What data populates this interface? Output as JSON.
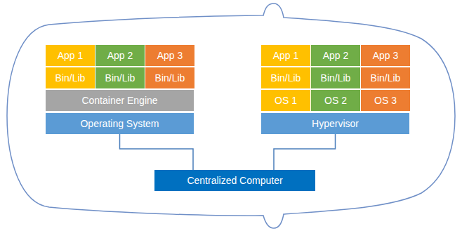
{
  "diagram": {
    "nodes": [
      {
        "text": [
          "App 1"
        ]
      },
      {
        "text": [
          "App 2"
        ]
      },
      {
        "text": [
          "App 3"
        ]
      },
      {
        "text": [
          "Bin/Lib"
        ]
      },
      {
        "text": [
          "Bin/Lib"
        ]
      },
      {
        "text": [
          "Bin/Lib"
        ]
      },
      {
        "text": [
          "Container Engine"
        ]
      },
      {
        "text": [
          "Operating System"
        ]
      },
      {
        "text": [
          "App 1"
        ]
      },
      {
        "text": [
          "App 2"
        ]
      },
      {
        "text": [
          "App 3"
        ]
      },
      {
        "text": [
          "Bin/Lib"
        ]
      },
      {
        "text": [
          "Bin/Lib"
        ]
      },
      {
        "text": [
          "Bin/Lib"
        ]
      },
      {
        "text": [
          "OS 1"
        ]
      },
      {
        "text": [
          "OS 2"
        ]
      },
      {
        "text": [
          "OS 3"
        ]
      },
      {
        "text": [
          "Hypervisor"
        ]
      },
      {
        "text": [
          "Centralized Computer"
        ]
      }
    ],
    "edges": [
      {
        "from": 7,
        "to": 18,
        "arrow": "none"
      },
      {
        "from": 17,
        "to": 18,
        "arrow": "none"
      }
    ]
  }
}
